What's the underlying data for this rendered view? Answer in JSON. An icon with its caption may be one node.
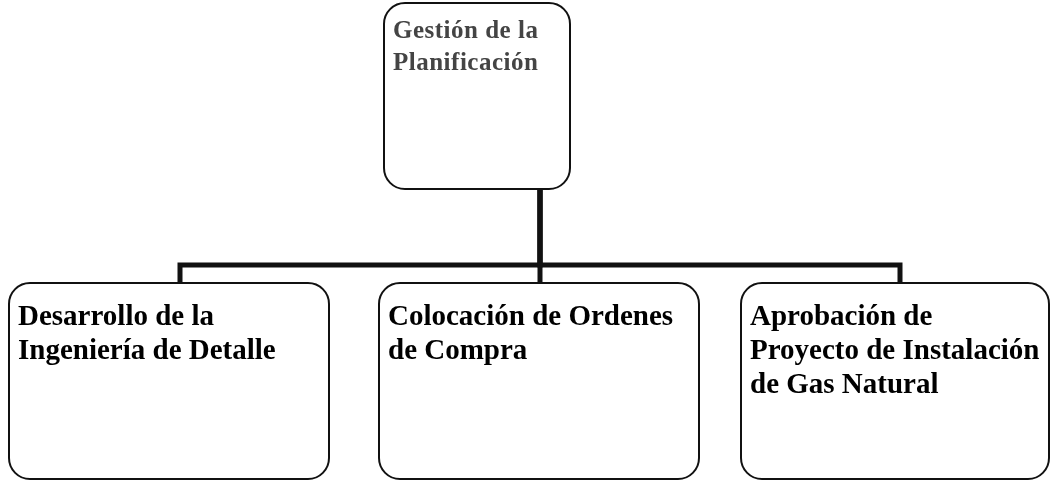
{
  "diagram": {
    "nodes": [
      {
        "text": [
          "Gestión de la Planificación"
        ]
      },
      {
        "text": [
          "Desarrollo de la Ingeniería de Detalle"
        ]
      },
      {
        "text": [
          "Colocación de Ordenes de Compra"
        ]
      },
      {
        "text": [
          "Aprobación de Proyecto de Instalación de Gas Natural"
        ]
      }
    ],
    "edges": [
      {
        "from": 0,
        "to": 1,
        "arrow": "none"
      },
      {
        "from": 0,
        "to": 2,
        "arrow": "none"
      },
      {
        "from": 0,
        "to": 3,
        "arrow": "none"
      }
    ]
  }
}
